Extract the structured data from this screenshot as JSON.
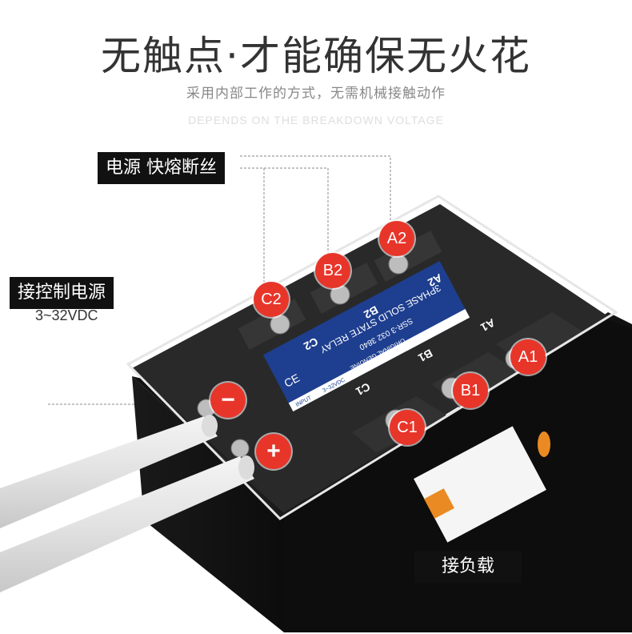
{
  "header": {
    "title": "无触点·才能确保无火花",
    "subtitle": "采用内部工作的方式，无需机械接触动作",
    "subtitle_en": "DEPENDS ON THE BREAKDOWN VOLTAGE"
  },
  "callouts": {
    "fuse": "电源 快熔断丝",
    "control_power": "接控制电源",
    "control_voltage": "3~32VDC",
    "load": "接负载"
  },
  "markers": {
    "a2": "A2",
    "b2": "B2",
    "c2": "C2",
    "a1": "A1",
    "b1": "B1",
    "c1": "C1",
    "minus": "−",
    "plus": "+"
  },
  "terminal_labels": {
    "a2": "A2",
    "b2": "B2",
    "c2": "C2",
    "a1": "A1",
    "b1": "B1",
    "c1": "C1"
  },
  "product_label": {
    "line1": "3PHASE SOLID STATE RELAY",
    "line2": "SSR-3 032 3840",
    "line3": "ORIGINAL GENUINE",
    "ce": "CE",
    "input": "INPUT",
    "input_range": "3~32VDC"
  },
  "colors": {
    "marker_red": "#e8352a",
    "label_black": "#111111",
    "label_blue": "#1e3f8f"
  }
}
